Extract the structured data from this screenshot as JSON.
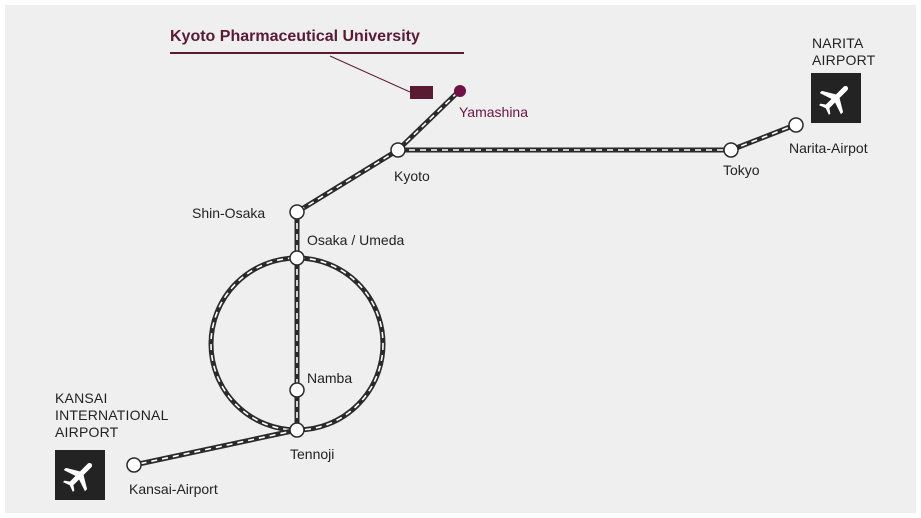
{
  "map": {
    "university": "Kyoto Pharmaceutical University",
    "accent_color": "#6e1245",
    "stations": {
      "yamashina": "Yamashina",
      "kyoto": "Kyoto",
      "shin_osaka": "Shin-Osaka",
      "osaka_umeda": "Osaka / Umeda",
      "namba": "Namba",
      "tennoji": "Tennoji",
      "kansai_airport": "Kansai-Airport",
      "tokyo": "Tokyo",
      "narita_airport": "Narita-Airpot"
    },
    "airports": {
      "narita": [
        "NARITA",
        "AIRPORT"
      ],
      "kansai": [
        "KANSAI",
        "INTERNATIONAL",
        "AIRPORT"
      ]
    },
    "icons": {
      "airport_icon": "airplane-icon",
      "university_marker": "building-marker"
    }
  }
}
